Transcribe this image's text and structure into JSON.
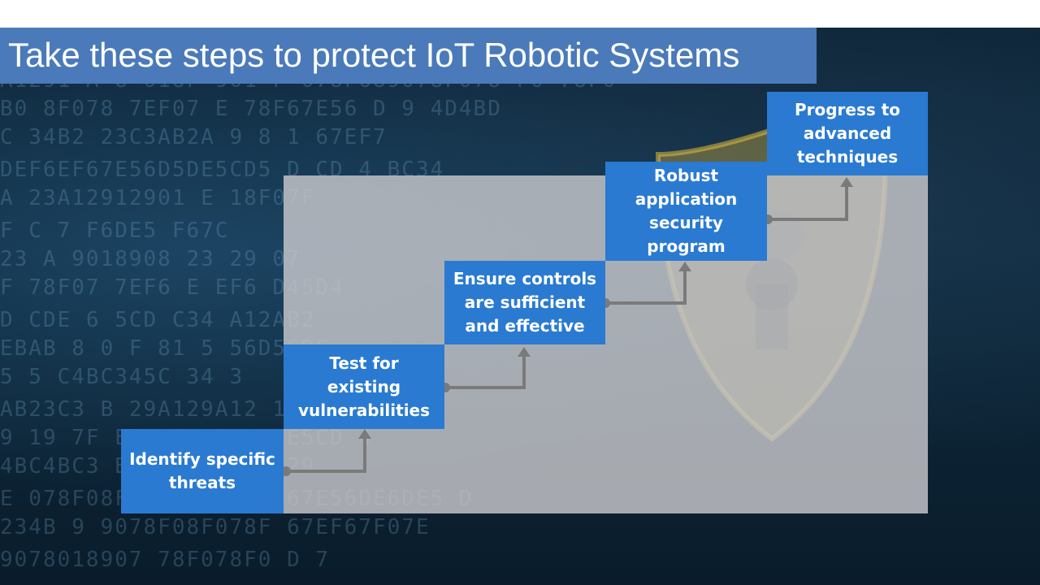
{
  "slide": {
    "title": "Take these steps to protect IoT Robotic Systems",
    "colors": {
      "banner": "#4a7ab9",
      "step_box": "#2a7ad1",
      "panel": "#c8c8cc",
      "connector": "#7a7a7a"
    }
  },
  "steps": [
    {
      "label": "Identify specific\nthreats"
    },
    {
      "label": "Test for\nexisting\nvulnerabilities"
    },
    {
      "label": "Ensure controls\nare sufficient\nand effective"
    },
    {
      "label": "Robust\napplication\nsecurity\nprogram"
    },
    {
      "label": "Progress to\nadvanced\ntechniques"
    }
  ]
}
